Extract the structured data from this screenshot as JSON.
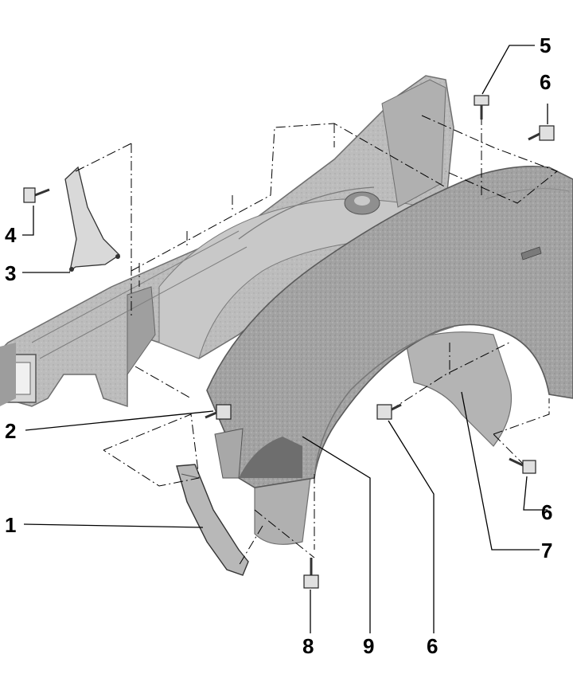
{
  "callouts": [
    {
      "id": "c1",
      "label": "1"
    },
    {
      "id": "c2",
      "label": "2"
    },
    {
      "id": "c3",
      "label": "3"
    },
    {
      "id": "c4",
      "label": "4"
    },
    {
      "id": "c5",
      "label": "5"
    },
    {
      "id": "c6a",
      "label": "6"
    },
    {
      "id": "c6b",
      "label": "6"
    },
    {
      "id": "c6c",
      "label": "6"
    },
    {
      "id": "c7",
      "label": "7"
    },
    {
      "id": "c8",
      "label": "8"
    },
    {
      "id": "c9",
      "label": "9"
    }
  ],
  "colors": {
    "fender": "#9a9a9a",
    "fender_dark": "#7d7d7d",
    "structure": "#b5b5b5",
    "structure_dark": "#8c8c8c",
    "liner": "#a8a8a8",
    "line": "#000000"
  }
}
